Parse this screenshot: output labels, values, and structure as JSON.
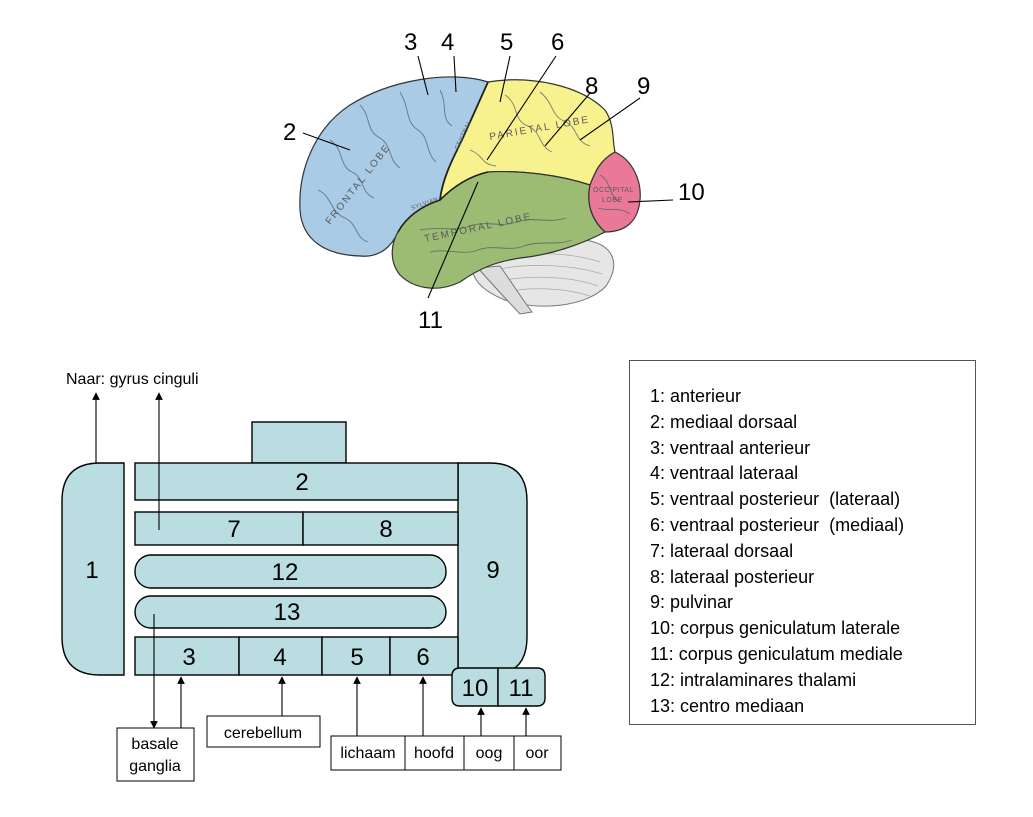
{
  "brain": {
    "callouts": [
      "2",
      "3",
      "4",
      "5",
      "6",
      "8",
      "9",
      "10",
      "11"
    ],
    "lobe_labels": {
      "frontal": "FRONTAL LOBE",
      "parietal": "PARIETAL LOBE",
      "temporal": "TEMPORAL LOBE",
      "occipital_1": "OCCIPITAL",
      "occipital_2": "LOBE",
      "sylvian": "SYLVIAN",
      "central": "CENTRAL"
    },
    "colors": {
      "frontal": "#a9cbe6",
      "parietal": "#f7f28e",
      "temporal": "#9cbc74",
      "occipital": "#e97996",
      "cerebellum": "#e6e6e6"
    }
  },
  "thalamus": {
    "blocks": {
      "b1": "1",
      "b2": "2",
      "b7": "7",
      "b8": "8",
      "b9": "9",
      "b12": "12",
      "b13": "13",
      "b3": "3",
      "b4": "4",
      "b5": "5",
      "b6": "6",
      "b10": "10",
      "b11": "11"
    },
    "fill_color": "#b9dde0",
    "targets": {
      "gyrus": "Naar: gyrus cinguli",
      "basale_1": "basale",
      "basale_2": "ganglia",
      "cerebellum": "cerebellum",
      "lichaam": "lichaam",
      "hoofd": "hoofd",
      "oog": "oog",
      "oor": "oor"
    }
  },
  "legend": {
    "items": [
      "1: anterieur",
      "2: mediaal dorsaal",
      "3: ventraal anterieur",
      "4: ventraal lateraal",
      "5: ventraal posterieur  (lateraal)",
      "6: ventraal posterieur  (mediaal)",
      "7: lateraal dorsaal",
      "8: lateraal posterieur",
      "9: pulvinar",
      "10: corpus geniculatum laterale",
      "11: corpus geniculatum mediale",
      "12: intralaminares thalami",
      "13: centro mediaan"
    ]
  }
}
